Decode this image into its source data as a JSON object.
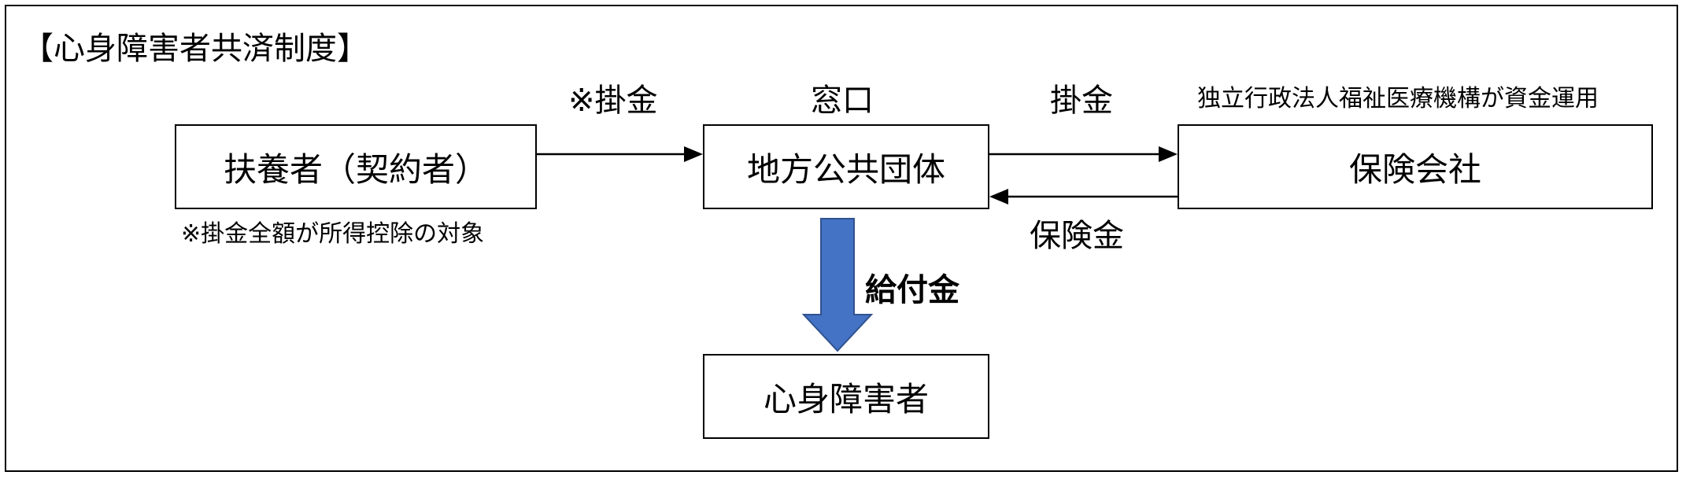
{
  "title": "【心身障害者共済制度】",
  "nodes": {
    "fuyosha": "扶養者（契約者）",
    "chiho": "地方公共団体",
    "hoken": "保険会社",
    "shogaisha": "心身障害者"
  },
  "labels": {
    "kakekin_note": "※掛金",
    "madoguchi": "窓口",
    "kakekin": "掛金",
    "operator": "独立行政法人福祉医療機構が資金運用",
    "deduction": "※掛金全額が所得控除の対象",
    "hokenkin": "保険金",
    "kyufukin": "給付金"
  },
  "colors": {
    "big_arrow_fill": "#4472C4",
    "big_arrow_stroke": "#2F528F"
  }
}
